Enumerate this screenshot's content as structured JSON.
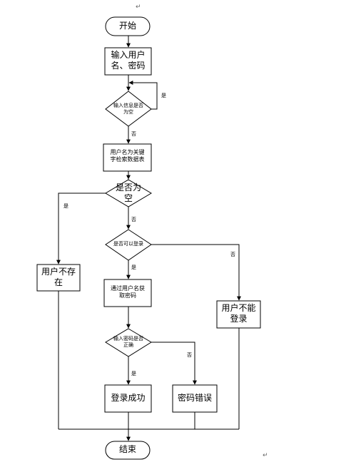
{
  "nodes": {
    "start": "开始",
    "input": "输入用户\n名、密码",
    "check_empty": "输入信息是否\n为空",
    "search": "用户名为关键\n字检索数据表",
    "result_empty": "是否为\n空",
    "user_missing": "用户不存\n在",
    "can_login": "是否可以登录",
    "get_password": "通过用户名获\n取密码",
    "cannot_login": "用户不能\n登录",
    "password_correct": "输入密码是否\n正确",
    "login_success": "登录成功",
    "password_wrong": "密码错误",
    "end": "结束"
  },
  "edge_labels": {
    "yes": "是",
    "no": "否"
  },
  "marks": {
    "paragraph": "↵"
  }
}
